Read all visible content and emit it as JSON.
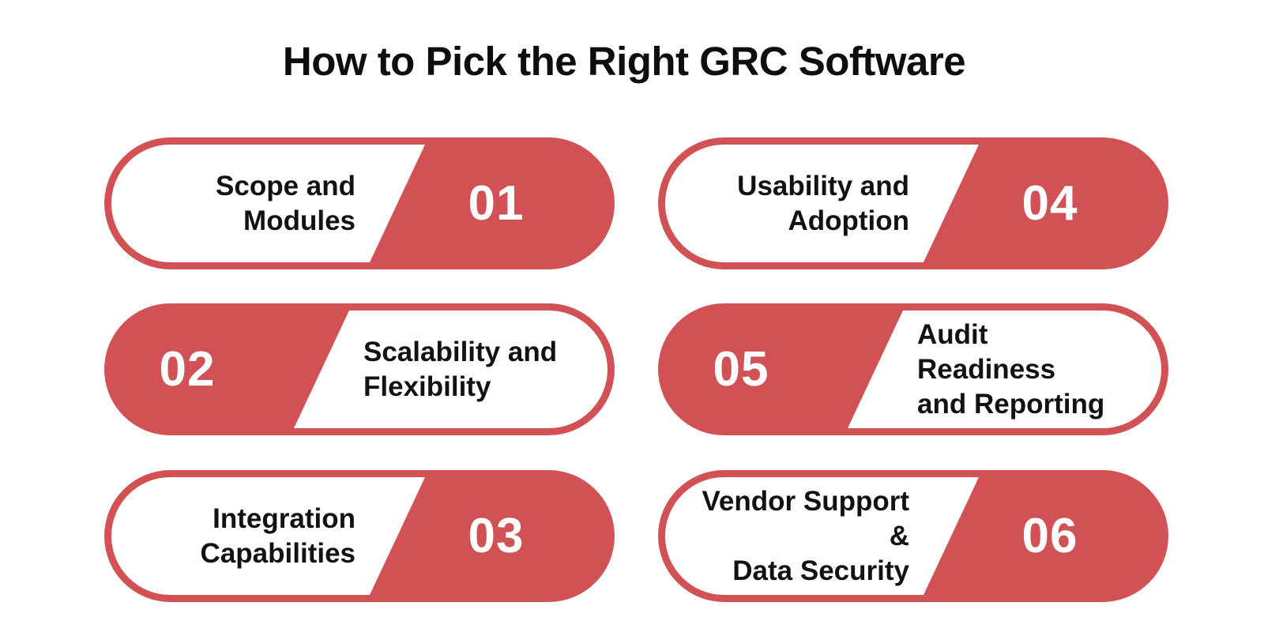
{
  "title": "How to Pick the Right GRC Software",
  "colors": {
    "accent_red": "#d15155",
    "label_text": "#121212",
    "number_text": "#ffffff",
    "background": "#ffffff"
  },
  "pills": [
    {
      "number": "01",
      "label_line1": "Scope and",
      "label_line2": "Modules",
      "label_side": "left"
    },
    {
      "number": "02",
      "label_line1": "Scalability and",
      "label_line2": "Flexibility",
      "label_side": "right"
    },
    {
      "number": "03",
      "label_line1": "Integration",
      "label_line2": "Capabilities",
      "label_side": "left"
    },
    {
      "number": "04",
      "label_line1": "Usability and",
      "label_line2": "Adoption",
      "label_side": "left"
    },
    {
      "number": "05",
      "label_line1": "Audit Readiness",
      "label_line2": "and Reporting",
      "label_side": "right"
    },
    {
      "number": "06",
      "label_line1": "Vendor Support &",
      "label_line2": "Data Security",
      "label_side": "left"
    }
  ]
}
